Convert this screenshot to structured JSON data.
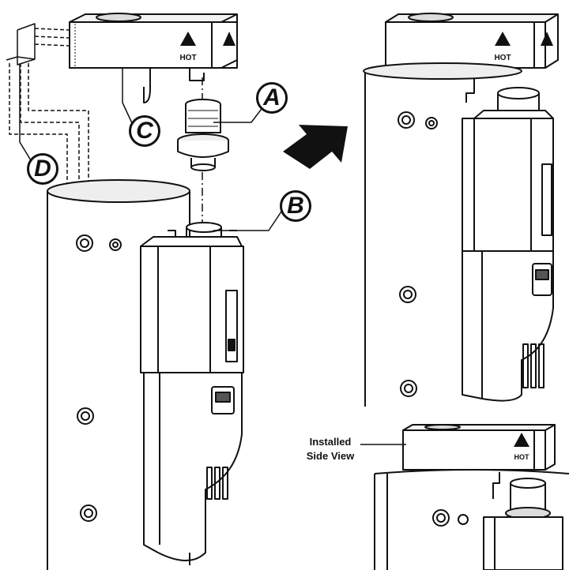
{
  "callouts": {
    "a": "A",
    "b": "B",
    "c": "C",
    "d": "D"
  },
  "side_view_label": {
    "line1": "Installed",
    "line2": "Side View"
  },
  "brand_mark": "HOT"
}
